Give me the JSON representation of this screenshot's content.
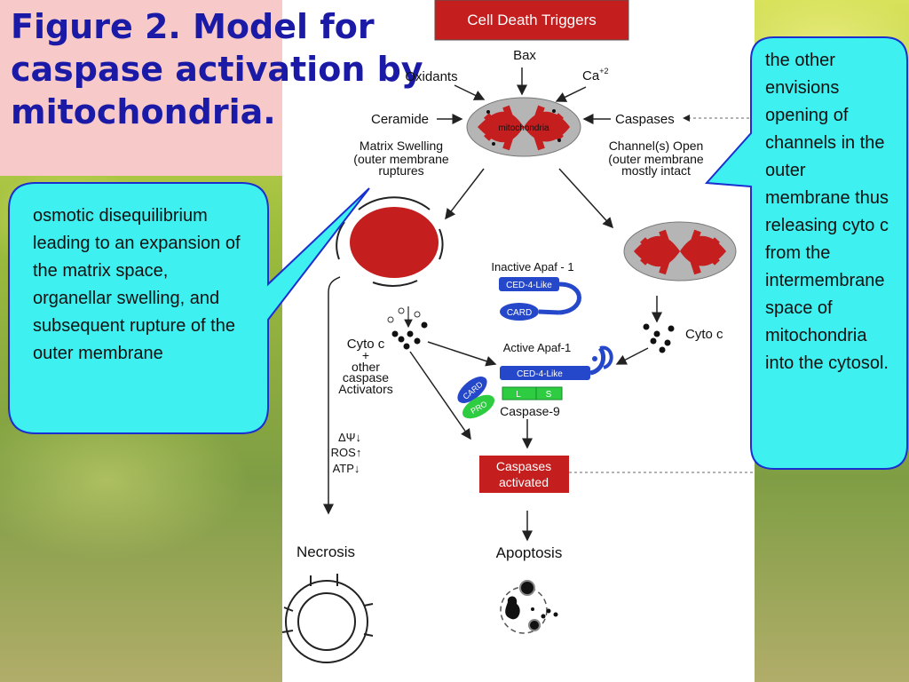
{
  "title": {
    "bold": "Figure 2.",
    "rest": "Model for caspase activation by mitochondria."
  },
  "header_box": "Cell  Death Triggers",
  "triggers": {
    "bax": "Bax",
    "oxidants": "Oxidants",
    "ca": "Ca",
    "ca_sup": "+2",
    "ceramide": "Ceramide",
    "caspases": "Caspases"
  },
  "mito_label": "mitochondria",
  "left_branch": {
    "line1": "Matrix Swelling",
    "line2": "(outer membrane",
    "line3": "ruptures"
  },
  "right_branch": {
    "line1": "Channel(s) Open",
    "line2": "(outer membrane",
    "line3": "mostly intact"
  },
  "apaf": {
    "inactive": "Inactive Apaf - 1",
    "ced4": "CED-4-Like",
    "card": "CARD",
    "active": "Active Apaf-1",
    "pro": "PRO",
    "l": "L",
    "s": "S",
    "caspase9": "Caspase-9"
  },
  "cyto_left": {
    "line1": "Cyto c",
    "line2": "+",
    "line3": "other",
    "line4": "caspase",
    "line5": "Activators"
  },
  "cyto_right": "Cyto c",
  "necrosis_factors": {
    "psi": "ΔΨ↓",
    "ros": "ROS↑",
    "atp": "ATP↓"
  },
  "caspases_activated": {
    "line1": "Caspases",
    "line2": "activated"
  },
  "outcomes": {
    "necrosis": "Necrosis",
    "apoptosis": "Apoptosis"
  },
  "callout_left": "osmotic disequilibrium leading to an expansion of the matrix space, organellar swelling, and subsequent rupture of the outer membrane",
  "callout_right": "the other envisions opening of channels in the outer membrane thus releasing cyto c from the intermembrane space of mitochondria into the cytosol.",
  "colors": {
    "title": "#1a1aa6",
    "title_bg": "#f7c9c9",
    "callout": "#3ff0f0",
    "callout_border": "#1a2fd0",
    "red": "#c41e1e",
    "blue": "#2547c9",
    "green": "#2ecc40"
  }
}
